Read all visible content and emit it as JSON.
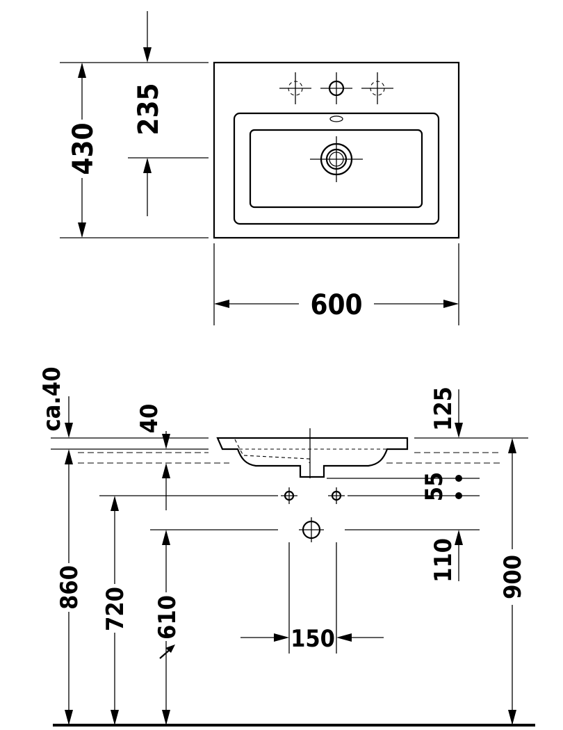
{
  "top_view": {
    "dim_depth": "430",
    "dim_tap_offset": "235",
    "dim_width": "600"
  },
  "side_view": {
    "dim_overflow_left": "ca.40",
    "dim_rim": "40",
    "dim_rim_right": "125",
    "dim_waste_gap": "55",
    "dim_trap_offset": "110",
    "dim_total_height": "900",
    "dim_rim_height": "860",
    "dim_waste_height": "720",
    "dim_trap_height": "610",
    "dim_trap_spacing": "150"
  }
}
